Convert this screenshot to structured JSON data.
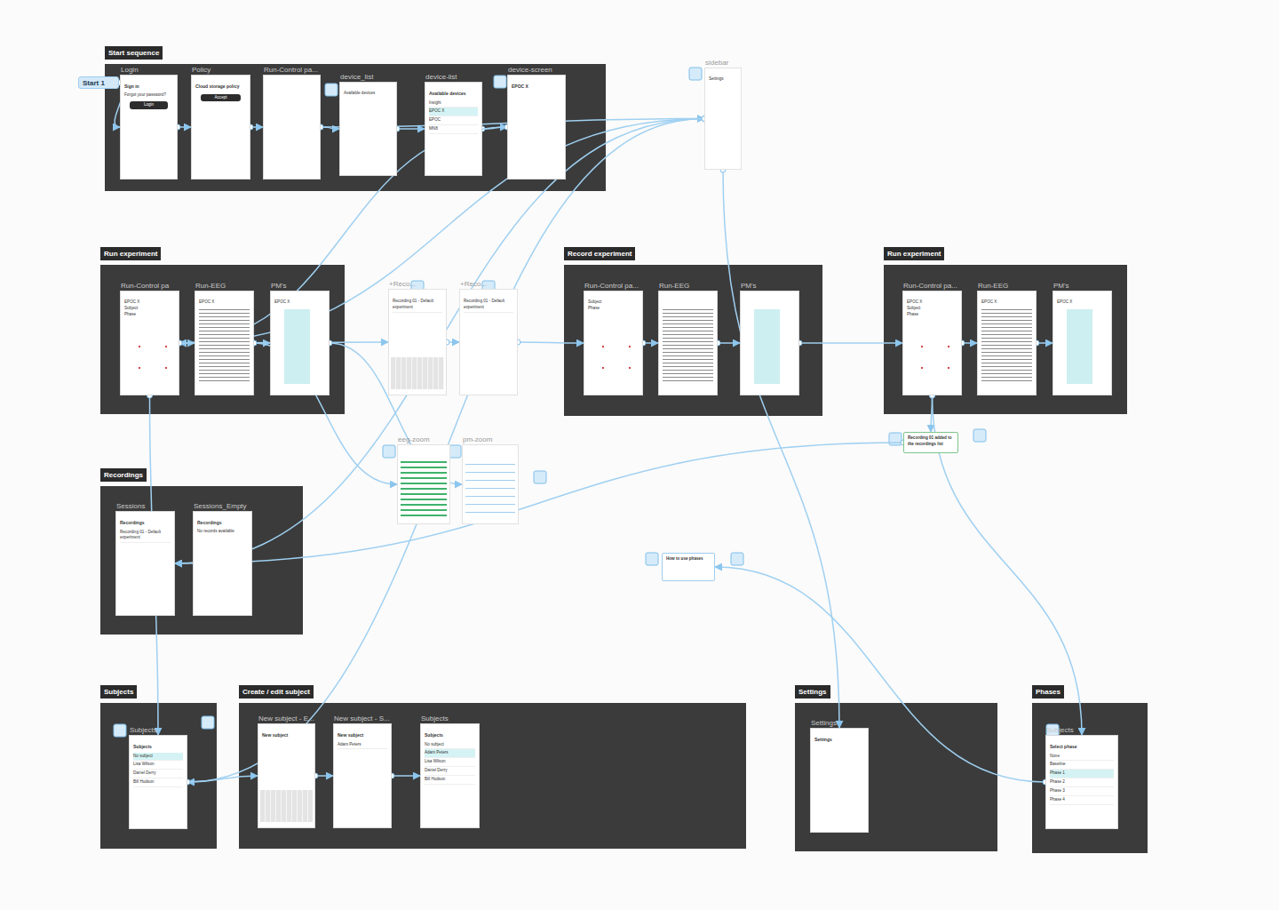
{
  "diagram": {
    "nodes": [
      {
        "text": [
          "Start sequence"
        ]
      },
      {
        "text": [
          "Login",
          "Sign in",
          "Forgot your password?",
          "Login"
        ],
        "in": 0
      },
      {
        "text": [
          "Policy",
          "Cloud storage policy",
          "Accept"
        ],
        "in": 0
      },
      {
        "text": [
          "Run-Control pa..."
        ],
        "in": 0
      },
      {
        "text": [
          "device_list",
          "Available devices"
        ],
        "in": 0
      },
      {
        "text": [
          "device-list",
          "Available devices",
          "Insight",
          "EPOC X",
          "EPOC",
          "MN8"
        ],
        "in": 0
      },
      {
        "text": [
          "device-screen",
          "EPOC X"
        ],
        "in": 0
      },
      {
        "text": [
          "sidebar",
          "Settings"
        ]
      },
      {
        "text": [
          "Run experiment"
        ]
      },
      {
        "text": [
          "Run-Control pa",
          "EPOC X",
          "Subject",
          "Phase"
        ],
        "in": 8
      },
      {
        "text": [
          "Run-EEG",
          "EPOC X"
        ],
        "in": 8
      },
      {
        "text": [
          "PM's",
          "EPOC X"
        ],
        "in": 8
      },
      {
        "text": [
          "+Reco...",
          "Recording 01 - Default experiment"
        ]
      },
      {
        "text": [
          "+Reco...",
          "Recording 01 - Default experiment"
        ]
      },
      {
        "text": [
          "Record experiment"
        ]
      },
      {
        "text": [
          "Run-Control pa...",
          "Subject",
          "Phase"
        ],
        "in": 14
      },
      {
        "text": [
          "Run-EEG"
        ],
        "in": 14
      },
      {
        "text": [
          "PM's"
        ],
        "in": 14
      },
      {
        "text": [
          "Run experiment"
        ]
      },
      {
        "text": [
          "Run-Control pa...",
          "EPOC X",
          "Subject",
          "Phase"
        ],
        "in": 18
      },
      {
        "text": [
          "Run-EEG",
          "EPOC X"
        ],
        "in": 18
      },
      {
        "text": [
          "PM's",
          "EPOC X"
        ],
        "in": 18
      },
      {
        "text": [
          "Recording 01 added to the recordings list"
        ]
      },
      {
        "text": [
          "eeg-zoom"
        ]
      },
      {
        "text": [
          "pm-zoom"
        ]
      },
      {
        "text": [
          "How to use phases"
        ]
      },
      {
        "text": [
          "Recordings"
        ]
      },
      {
        "text": [
          "Sessions",
          "Recordings",
          "Recording 01 - Default experiment"
        ],
        "in": 26
      },
      {
        "text": [
          "Sessions_Empty",
          "Recordings",
          "No records available"
        ],
        "in": 26
      },
      {
        "text": [
          "Subjects"
        ]
      },
      {
        "text": [
          "Subjects",
          "Subjects",
          "No subject",
          "Lisa Wilson",
          "Daniel Derry",
          "Bill Hudson"
        ],
        "in": 29
      },
      {
        "text": [
          "Create / edit subject"
        ]
      },
      {
        "text": [
          "New subject - E...",
          "New subject"
        ],
        "in": 31
      },
      {
        "text": [
          "New subject - S...",
          "New subject",
          "Adam Peters"
        ],
        "in": 31
      },
      {
        "text": [
          "Subjects",
          "Subjects",
          "No subject",
          "Adam Peters",
          "Lisa Wilson",
          "Daniel Derry",
          "Bill Hudson"
        ],
        "in": 31
      },
      {
        "text": [
          "Settings"
        ]
      },
      {
        "text": [
          "Settings",
          "Settings"
        ],
        "in": 35
      },
      {
        "text": [
          "Phases"
        ]
      },
      {
        "text": [
          "Subjects",
          "Select phase",
          "None",
          "Baseline",
          "Phase 1",
          "Phase 2",
          "Phase 3",
          "Phase 4"
        ],
        "in": 37
      },
      {
        "text": [
          "Start 1"
        ]
      }
    ],
    "edges": [
      {
        "from": 39,
        "to": 1,
        "arrow": "to"
      },
      {
        "from": 1,
        "to": 2,
        "arrow": "to"
      },
      {
        "from": 2,
        "to": 3,
        "arrow": "to"
      },
      {
        "from": 3,
        "to": 4,
        "arrow": "to"
      },
      {
        "from": 4,
        "to": 5,
        "arrow": "to"
      },
      {
        "from": 5,
        "to": 6,
        "arrow": "to"
      },
      {
        "from": 3,
        "to": 7,
        "arrow": "to"
      },
      {
        "from": 6,
        "to": 9,
        "arrow": "to"
      },
      {
        "from": 7,
        "to": 9,
        "arrow": "to"
      },
      {
        "from": 7,
        "to": 30,
        "arrow": "to"
      },
      {
        "from": 7,
        "to": 36,
        "arrow": "to"
      },
      {
        "from": 7,
        "to": 27,
        "arrow": "to"
      },
      {
        "from": 9,
        "to": 10,
        "arrow": "to"
      },
      {
        "from": 10,
        "to": 11,
        "arrow": "to"
      },
      {
        "from": 9,
        "to": 12,
        "arrow": "to"
      },
      {
        "from": 12,
        "to": 13,
        "arrow": "to"
      },
      {
        "from": 13,
        "to": 15,
        "arrow": "to"
      },
      {
        "from": 15,
        "to": 16,
        "arrow": "to"
      },
      {
        "from": 16,
        "to": 17,
        "arrow": "to"
      },
      {
        "from": 17,
        "to": 19,
        "arrow": "to"
      },
      {
        "from": 19,
        "to": 20,
        "arrow": "to"
      },
      {
        "from": 20,
        "to": 21,
        "arrow": "to"
      },
      {
        "from": 19,
        "to": 22,
        "arrow": "to"
      },
      {
        "from": 22,
        "to": 27,
        "arrow": "to"
      },
      {
        "from": 10,
        "to": 23,
        "arrow": "to"
      },
      {
        "from": 11,
        "to": 24,
        "arrow": "to"
      },
      {
        "from": 9,
        "to": 30,
        "arrow": "to"
      },
      {
        "from": 19,
        "to": 38,
        "arrow": "to"
      },
      {
        "from": 38,
        "to": 25,
        "arrow": "to"
      },
      {
        "from": 30,
        "to": 32,
        "arrow": "to"
      },
      {
        "from": 32,
        "to": 33,
        "arrow": "to"
      },
      {
        "from": 33,
        "to": 34,
        "arrow": "to"
      }
    ]
  }
}
